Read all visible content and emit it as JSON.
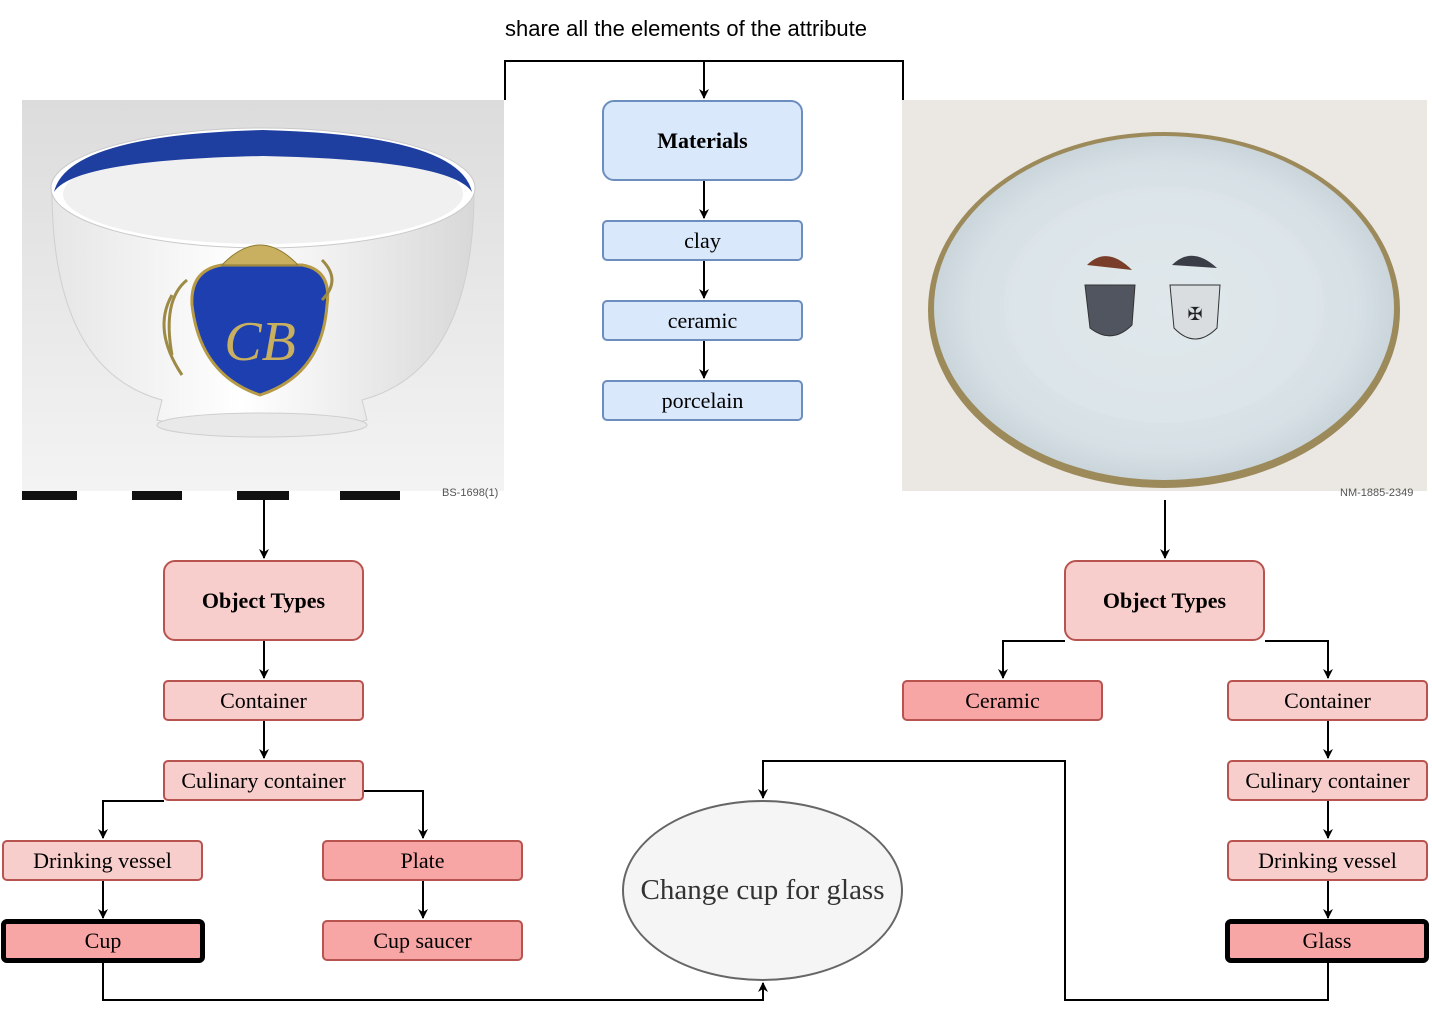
{
  "caption": "share all the elements of the attribute",
  "materials": {
    "title": "Materials",
    "items": [
      "clay",
      "ceramic",
      "porcelain"
    ]
  },
  "left": {
    "photo_id": "BS-1698(1)",
    "object_types": "Object Types",
    "container": "Container",
    "culinary": "Culinary container",
    "drinking": "Drinking vessel",
    "cup": "Cup",
    "plate": "Plate",
    "saucer": "Cup saucer"
  },
  "right": {
    "photo_id": "NM-1885-2349",
    "object_types": "Object Types",
    "ceramic": "Ceramic",
    "container": "Container",
    "culinary": "Culinary container",
    "drinking": "Drinking vessel",
    "glass": "Glass"
  },
  "change": "Change cup for glass",
  "colors": {
    "blue_fill": "#dae8fc",
    "blue_stroke": "#6c8ebf",
    "pink_fill": "#f8cecc",
    "red_fill": "#f8a5a5",
    "pink_stroke": "#b85450",
    "ellipse_fill": "#f5f5f5"
  }
}
